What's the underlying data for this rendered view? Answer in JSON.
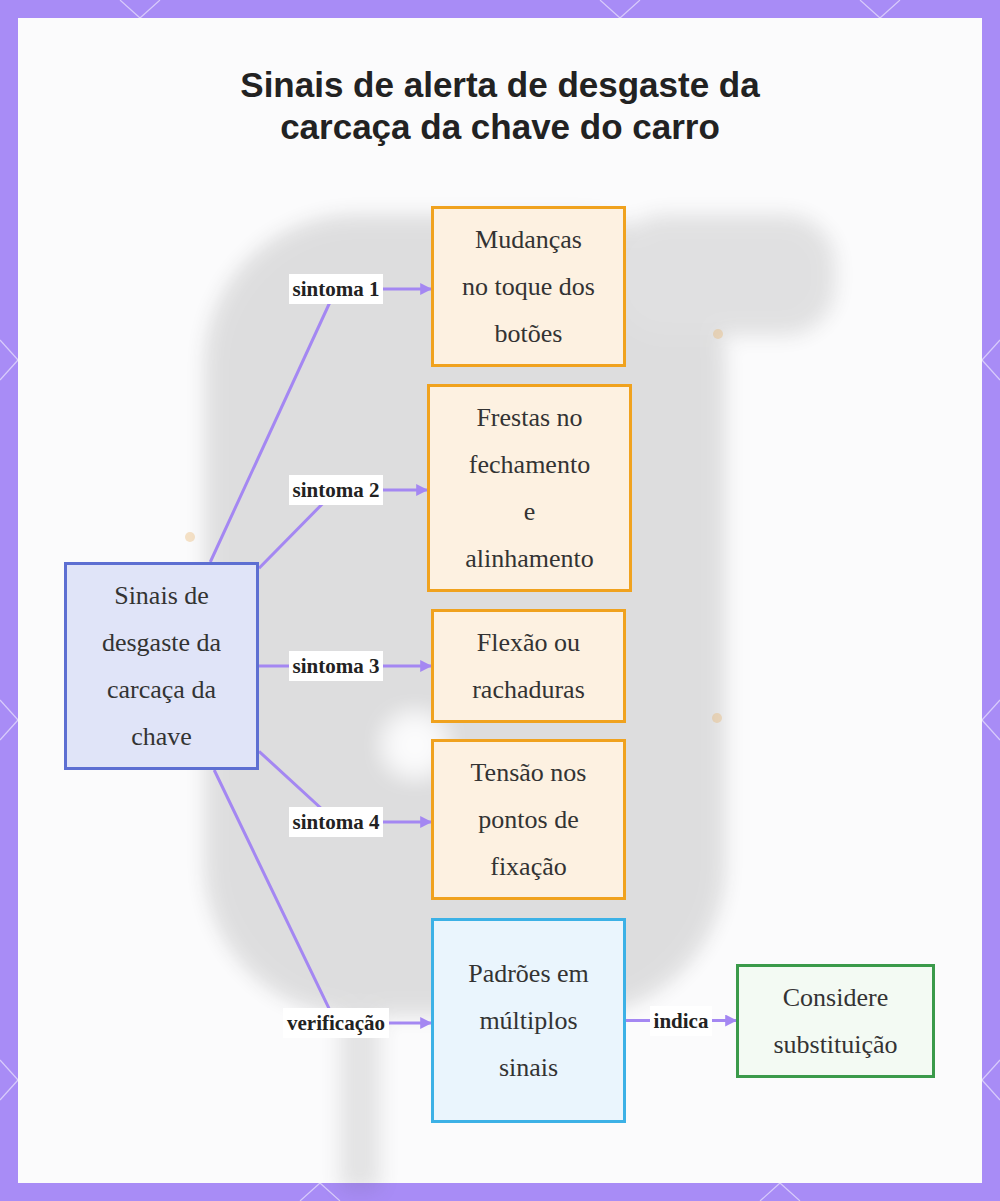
{
  "diagram": {
    "title": "Sinais de alerta de desgaste da carcaça da chave do carro",
    "nodes": [
      {
        "text": [
          "Sinais de desgaste da carcaça da chave"
        ]
      },
      {
        "text": [
          "Mudanças no toque dos botões"
        ]
      },
      {
        "text": [
          "Frestas no fechamento e alinhamento"
        ]
      },
      {
        "text": [
          "Flexão ou rachaduras"
        ]
      },
      {
        "text": [
          "Tensão nos pontos de fixação"
        ]
      },
      {
        "text": [
          "Padrões em múltiplos sinais"
        ]
      },
      {
        "text": [
          "Considere substituição"
        ]
      }
    ],
    "edges": [
      {
        "from": 0,
        "to": 1,
        "label": "sintoma 1",
        "arrow": "to"
      },
      {
        "from": 0,
        "to": 2,
        "label": "sintoma 2",
        "arrow": "to"
      },
      {
        "from": 0,
        "to": 3,
        "label": "sintoma 3",
        "arrow": "to"
      },
      {
        "from": 0,
        "to": 4,
        "label": "sintoma 4",
        "arrow": "to"
      },
      {
        "from": 0,
        "to": 5,
        "label": "verificação",
        "arrow": "to"
      },
      {
        "from": 5,
        "to": 6,
        "label": "indica",
        "arrow": "to"
      }
    ]
  }
}
